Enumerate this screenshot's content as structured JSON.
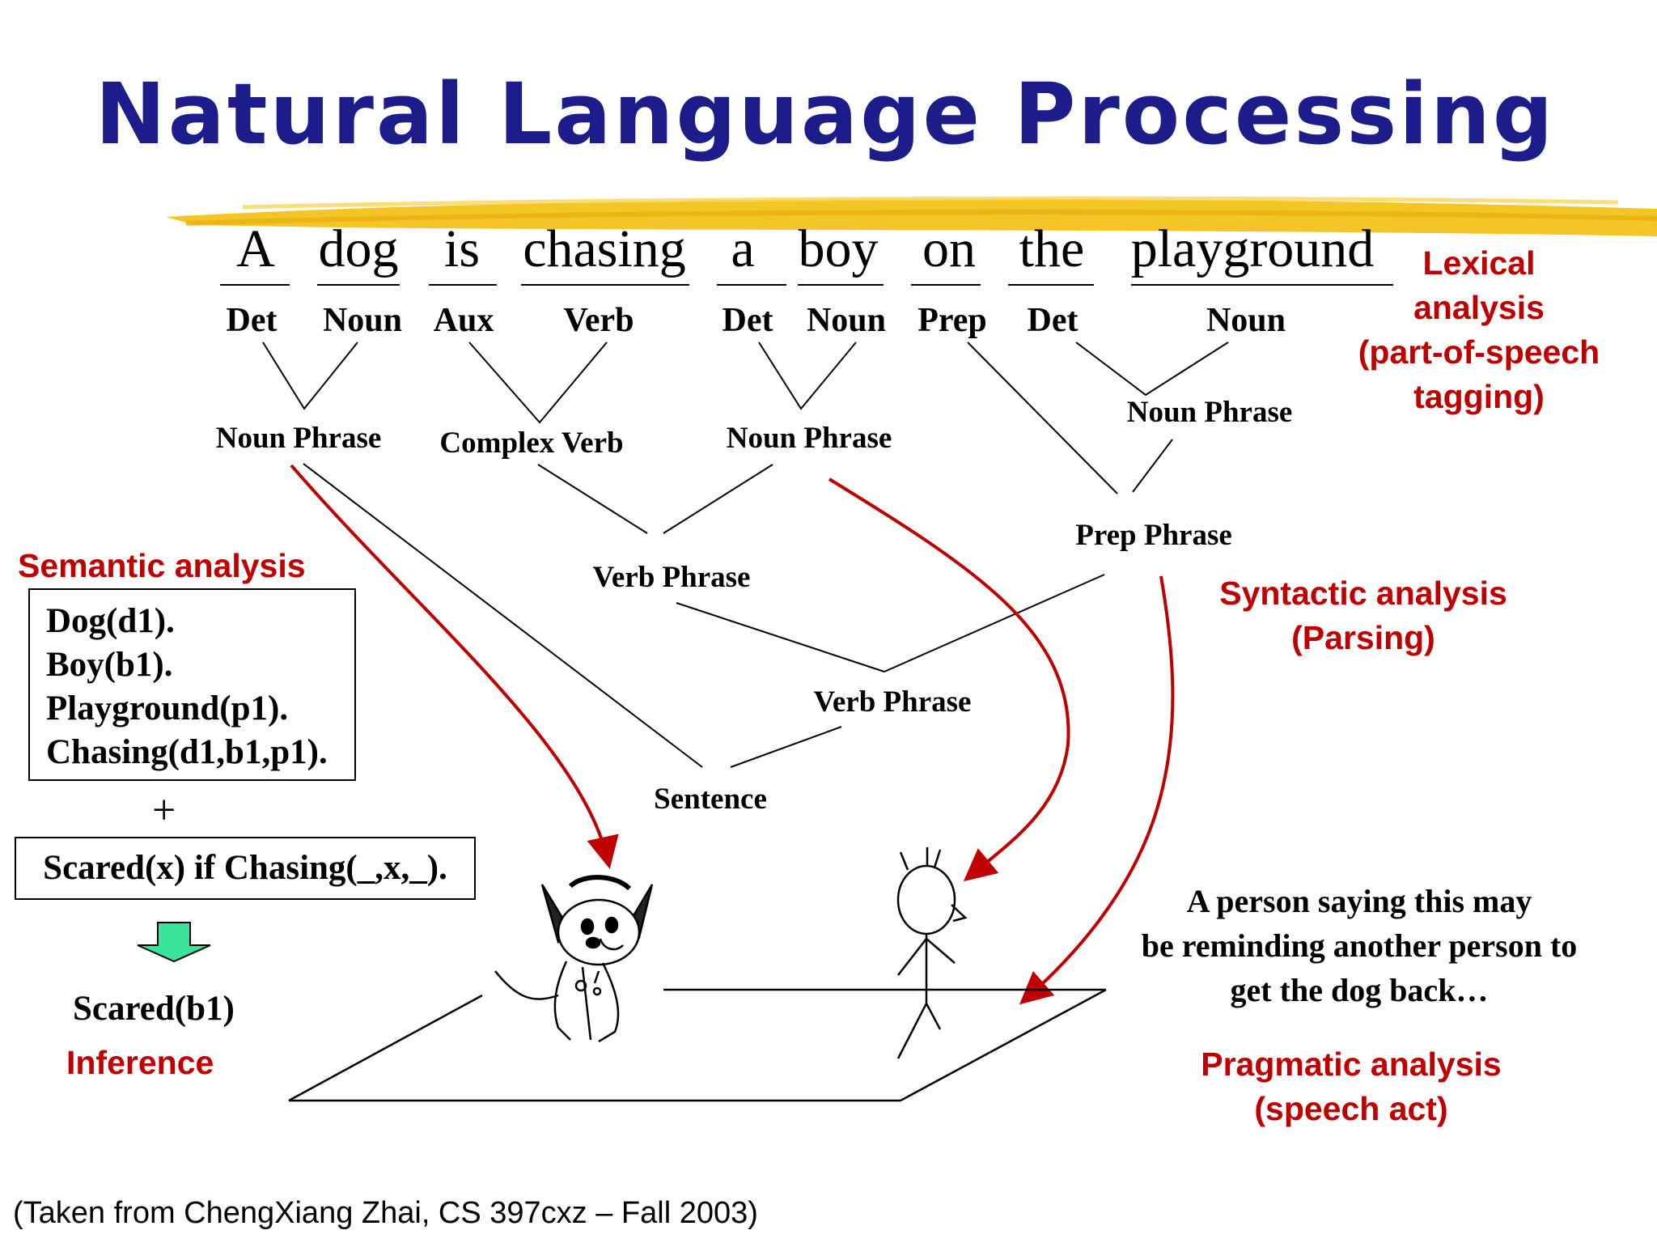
{
  "title": "Natural Language Processing",
  "sentence": [
    "A",
    "dog",
    "is",
    "chasing",
    "a",
    "boy",
    "on",
    "the",
    "playground"
  ],
  "pos_tags": [
    "Det",
    "Noun",
    "Aux",
    "Verb",
    "Det",
    "Noun",
    "Prep",
    "Det",
    "Noun"
  ],
  "nodes": {
    "np1": "Noun Phrase",
    "complex_verb": "Complex Verb",
    "np2": "Noun Phrase",
    "np3": "Noun Phrase",
    "prep_phrase": "Prep Phrase",
    "vp1": "Verb Phrase",
    "vp2": "Verb Phrase",
    "sentence": "Sentence"
  },
  "labels": {
    "lexical": [
      "Lexical",
      "analysis",
      "(part-of-speech",
      "tagging)"
    ],
    "syntactic": [
      "Syntactic analysis",
      "(Parsing)"
    ],
    "semantic": "Semantic analysis",
    "inference": "Inference",
    "pragmatic": [
      "Pragmatic analysis",
      "(speech act)"
    ]
  },
  "semantic_facts": [
    "Dog(d1).",
    "Boy(b1).",
    "Playground(p1).",
    "Chasing(d1,b1,p1)."
  ],
  "plus_sign": "+",
  "rule": "Scared(x) if Chasing(_,x,_).",
  "inferred": "Scared(b1)",
  "pragmatic_text": [
    "A person saying this may",
    "be reminding another person to",
    "get the dog back…"
  ],
  "credit": "(Taken from ChengXiang Zhai, CS 397cxz – Fall 2003)",
  "colors": {
    "title": "#1c1c8a",
    "label_red": "#c00000",
    "highlight": "#f2c21b",
    "arrow_red": "#c00000",
    "down_arrow": "#39e39a"
  },
  "icons": [
    "dog-drawing",
    "stick-figure-boy",
    "playground-plane",
    "down-arrow-icon"
  ]
}
